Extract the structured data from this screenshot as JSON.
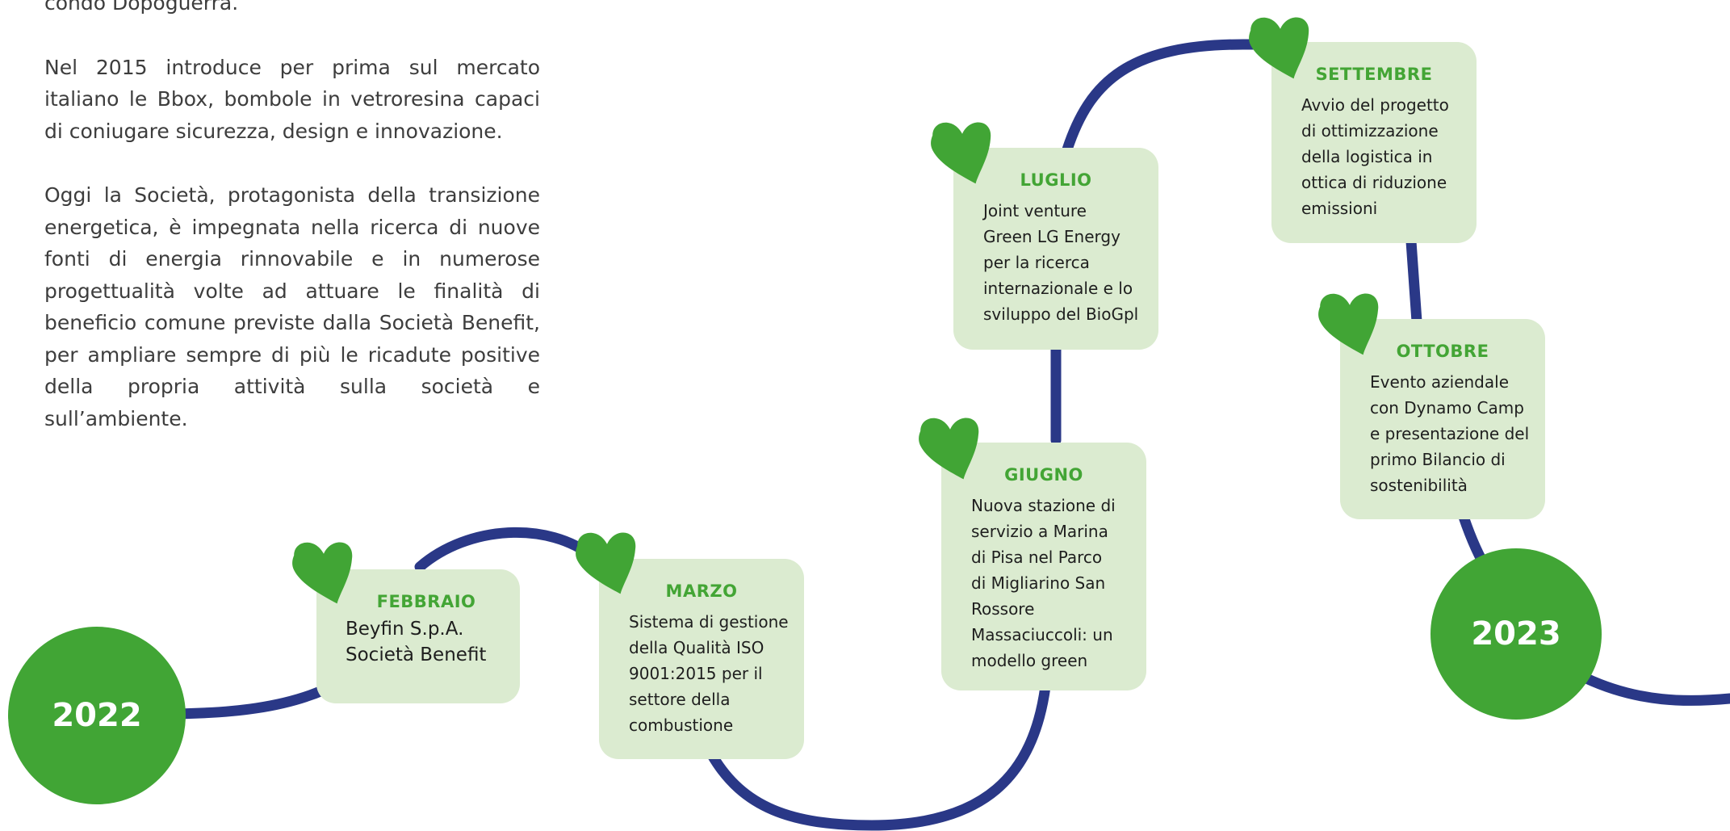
{
  "intro": {
    "paragraphs": [
      "condo Dopoguerra.",
      "Nel 2015 introduce per prima sul mercato italiano le Bbox, bombole in vetroresina capaci di coniugare sicurezza, design e innovazione.",
      "Oggi la Società, protagonista della transizione energetica, è impegnata nella ricerca di nuove fonti di energia rinnovabile e in numerose progettualità volte ad attuare le finalità di beneficio comune previste dalla Società Benefit, per ampliare sempre di più le ricadute positive della propria attività sulla società e sull’ambiente."
    ]
  },
  "timeline": {
    "years": [
      "2022",
      "2023"
    ],
    "events": [
      {
        "month": "FEBBRAIO",
        "lines": [
          "Beyfin S.p.A.",
          "Società Benefit"
        ]
      },
      {
        "month": "MARZO",
        "lines": [
          "Sistema di gestione",
          "della Qualità ISO",
          "9001:2015 per il",
          "settore della",
          "combustione"
        ]
      },
      {
        "month": "GIUGNO",
        "lines": [
          "Nuova stazione di",
          "servizio a Marina",
          "di Pisa nel Parco",
          "di Migliarino San",
          "Rossore",
          "Massaciuccoli: un",
          "modello green"
        ]
      },
      {
        "month": "LUGLIO",
        "lines": [
          "Joint venture",
          "Green LG Energy",
          "per la ricerca",
          "internazionale e lo",
          "sviluppo del BioGpl"
        ]
      },
      {
        "month": "SETTEMBRE",
        "lines": [
          "Avvio del progetto",
          "di ottimizzazione",
          "della logistica in",
          "ottica di riduzione",
          "emissioni"
        ]
      },
      {
        "month": "OTTOBRE",
        "lines": [
          "Evento aziendale",
          "con Dynamo Camp",
          "e presentazione del",
          "primo Bilancio di",
          "sostenibilità"
        ]
      }
    ]
  },
  "colors": {
    "green": "#41a535",
    "card": "#dbebd0",
    "path": "#2a3887",
    "heart": "heart-icon"
  }
}
